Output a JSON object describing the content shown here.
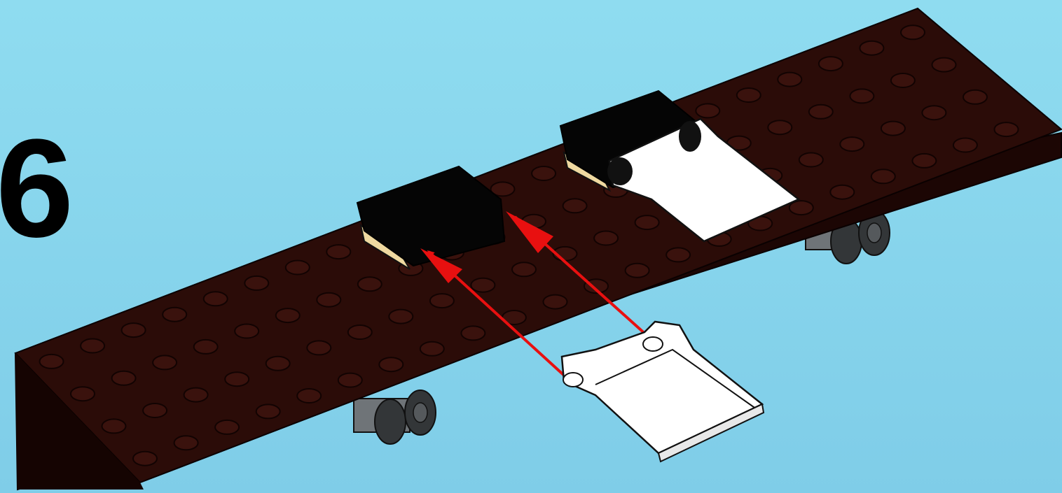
{
  "step": {
    "number": "6"
  },
  "colors": {
    "background": "#87d6ee",
    "plate_top": "#2b0c08",
    "plate_front": "#1c0604",
    "plate_side": "#150402",
    "stud": "#3a120d",
    "stud_outline": "#120302",
    "black_brick": "#050505",
    "tan": "#efd9a0",
    "white_part": "#ffffff",
    "part_outline": "#111111",
    "arrow": "#e81010",
    "wheel": "#333638",
    "axle": "#6f7478"
  },
  "parts": [
    {
      "name": "dark-red-plate",
      "label": ""
    },
    {
      "name": "black-brick",
      "label": ""
    },
    {
      "name": "white-hinge-flap",
      "label": ""
    },
    {
      "name": "gray-wheel-holder",
      "label": ""
    }
  ]
}
